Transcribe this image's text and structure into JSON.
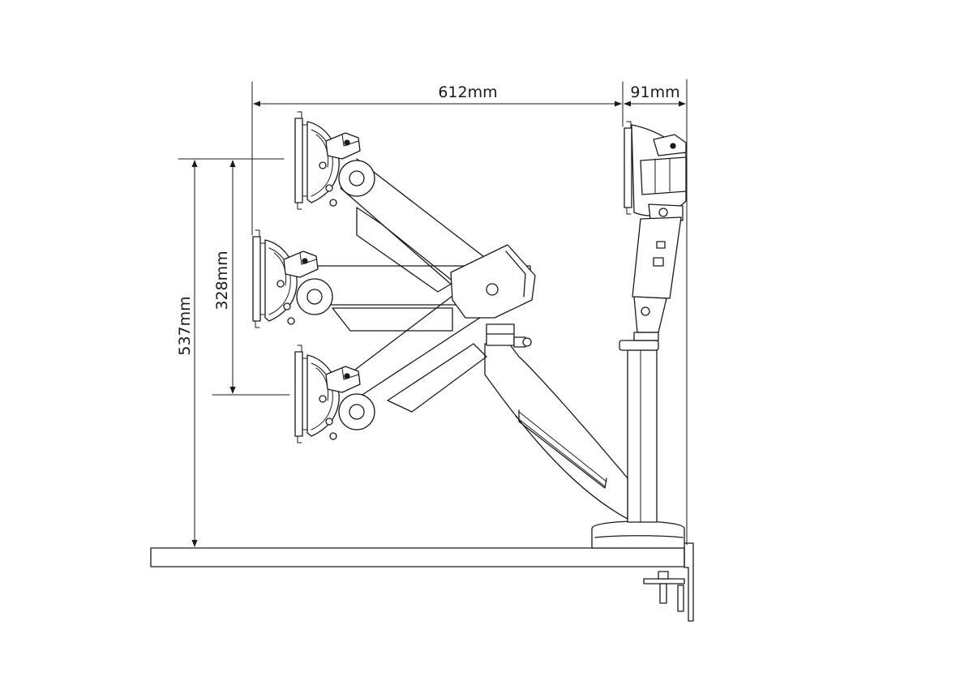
{
  "dimensions": {
    "width_label": "612mm",
    "depth_label": "91mm",
    "height_total_label": "537mm",
    "height_range_label": "328mm"
  },
  "colors": {
    "line": "#1a1a1a",
    "background": "#ffffff"
  }
}
